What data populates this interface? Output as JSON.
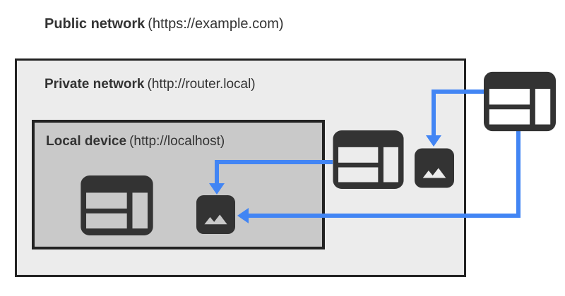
{
  "diagram": {
    "public_network": {
      "label": "Public network",
      "url": "(https://example.com)"
    },
    "private_network": {
      "label": "Private network",
      "url": "(http://router.local)"
    },
    "local_device": {
      "label": "Local device",
      "url": "(http://localhost)"
    },
    "icons": [
      {
        "id": "public-webpage",
        "type": "webpage-icon",
        "area": "public-network"
      },
      {
        "id": "private-webpage",
        "type": "webpage-icon",
        "area": "private-network"
      },
      {
        "id": "private-image",
        "type": "image-icon",
        "area": "private-network"
      },
      {
        "id": "local-webpage",
        "type": "webpage-icon",
        "area": "local-device"
      },
      {
        "id": "local-image",
        "type": "image-icon",
        "area": "local-device"
      }
    ],
    "arrows": [
      {
        "from": "private-webpage",
        "to": "local-image",
        "direction": "down",
        "color": "#4285f4"
      },
      {
        "from": "public-webpage",
        "to": "private-image",
        "direction": "down",
        "color": "#4285f4"
      },
      {
        "from": "public-webpage",
        "to": "local-image",
        "direction": "left",
        "color": "#4285f4"
      }
    ]
  },
  "theme": {
    "arrow-blue": "#4285f4",
    "icon-dark": "#333333",
    "text-dark": "#333333",
    "private-fill": "#ececec",
    "local-fill": "#c9c9c9",
    "border-dark": "#222222",
    "page-bg": "#ffffff"
  }
}
